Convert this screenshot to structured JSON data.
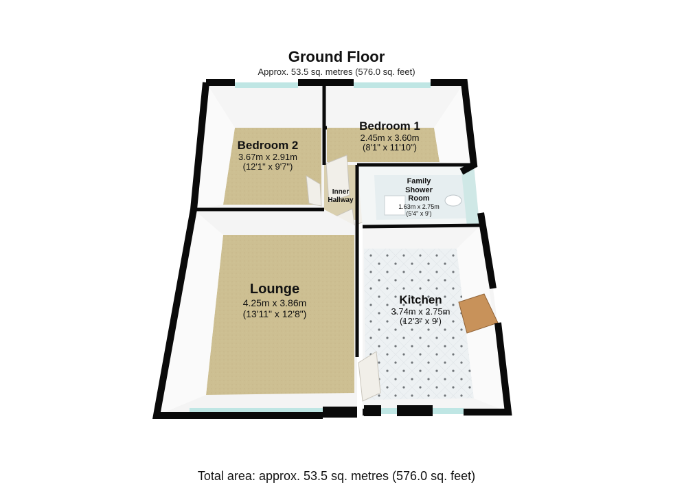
{
  "floor": {
    "title": "Ground Floor",
    "area": "Approx. 53.5 sq. metres (576.0 sq. feet)"
  },
  "rooms": {
    "bedroom2": {
      "name": "Bedroom 2",
      "metric": "3.67m x 2.91m",
      "imperial": "(12'1\" x 9'7\")"
    },
    "bedroom1": {
      "name": "Bedroom 1",
      "metric": "2.45m x 3.60m",
      "imperial": "(8'1\" x 11'10\")"
    },
    "hallway": {
      "name_line1": "Inner",
      "name_line2": "Hallway"
    },
    "shower": {
      "name_line1": "Family",
      "name_line2": "Shower",
      "name_line3": "Room",
      "metric": "1.63m x 2.75m",
      "imperial": "(5'4\" x 9')"
    },
    "lounge": {
      "name": "Lounge",
      "metric": "4.25m x 3.86m",
      "imperial": "(13'11\" x 12'8\")"
    },
    "kitchen": {
      "name": "Kitchen",
      "metric": "3.74m x 2.75m",
      "imperial": "(12'3\" x 9')"
    }
  },
  "footer": {
    "total": "Total area: approx. 53.5 sq. metres (576.0 sq. feet)"
  },
  "colors": {
    "wall": "#0a0a0a",
    "inner_wall": "#f4f4f4",
    "carpet": "#cdbf92",
    "kitchen_floor": "#ecf0f2",
    "window": "#bfe6e4",
    "door": "#c8925a"
  }
}
